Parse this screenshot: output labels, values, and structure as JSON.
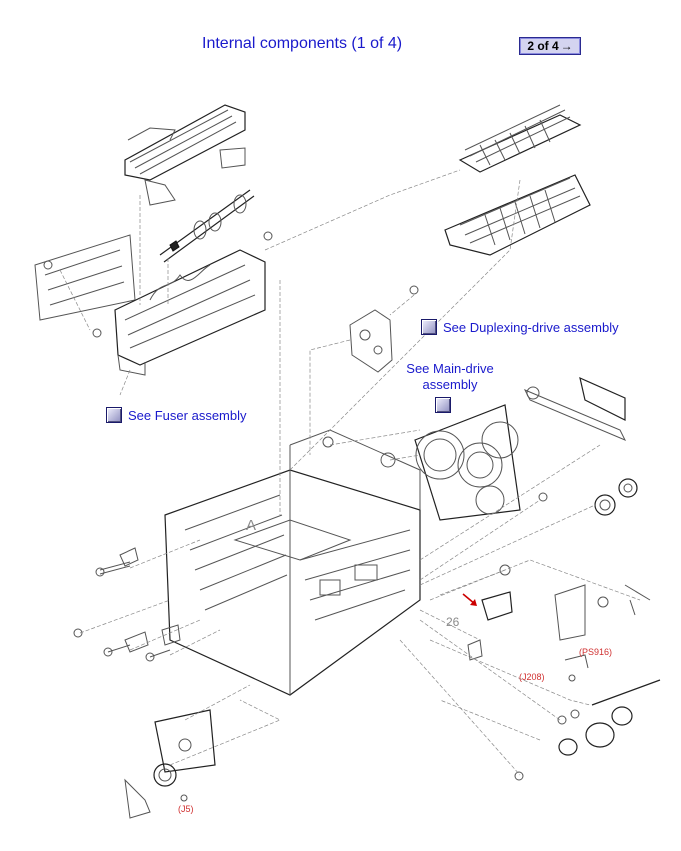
{
  "header": {
    "title": "Internal components (1 of 4)",
    "pager_label": "2 of 4",
    "pager_arrow": "→"
  },
  "links": {
    "duplexing": "See Duplexing-drive assembly",
    "main_drive_line1": "See Main-drive",
    "main_drive_line2": "assembly",
    "fuser": "See Fuser assembly"
  },
  "callouts": {
    "j208": "(J208)",
    "ps916": "(PS916)",
    "j5": "(J5)"
  },
  "reference_labels": {
    "letter_a": "A",
    "number_26": "26"
  },
  "colors": {
    "link": "#1a1acc",
    "callout": "#d03030",
    "indicator_arrow": "#cc0000",
    "line_art": "#555555"
  },
  "icons": [
    "link-button-icon",
    "red-arrow-icon",
    "next-page-arrow-icon"
  ]
}
